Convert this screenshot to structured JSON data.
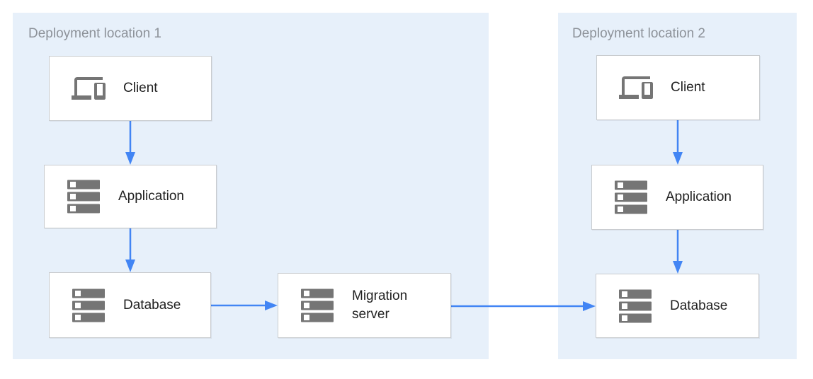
{
  "diagram": {
    "zones": [
      {
        "id": "deployment-location-1",
        "label": "Deployment location 1"
      },
      {
        "id": "deployment-location-2",
        "label": "Deployment location 2"
      }
    ],
    "nodes": [
      {
        "id": "client-1",
        "zone": "deployment-location-1",
        "label": "Client",
        "icon": "devices-icon"
      },
      {
        "id": "application-1",
        "zone": "deployment-location-1",
        "label": "Application",
        "icon": "server-stack-icon"
      },
      {
        "id": "database-1",
        "zone": "deployment-location-1",
        "label": "Database",
        "icon": "server-stack-icon"
      },
      {
        "id": "migration-server",
        "zone": "deployment-location-1",
        "label": "Migration server",
        "icon": "server-stack-icon"
      },
      {
        "id": "client-2",
        "zone": "deployment-location-2",
        "label": "Client",
        "icon": "devices-icon"
      },
      {
        "id": "application-2",
        "zone": "deployment-location-2",
        "label": "Application",
        "icon": "server-stack-icon"
      },
      {
        "id": "database-2",
        "zone": "deployment-location-2",
        "label": "Database",
        "icon": "server-stack-icon"
      }
    ],
    "edges": [
      {
        "from": "client-1",
        "to": "application-1",
        "direction": "down"
      },
      {
        "from": "application-1",
        "to": "database-1",
        "direction": "down"
      },
      {
        "from": "database-1",
        "to": "migration-server",
        "direction": "right"
      },
      {
        "from": "migration-server",
        "to": "database-2",
        "direction": "right"
      },
      {
        "from": "client-2",
        "to": "application-2",
        "direction": "down"
      },
      {
        "from": "application-2",
        "to": "database-2",
        "direction": "down"
      }
    ],
    "colors": {
      "zone_background": "#e7f0fa",
      "zone_label_text": "#8d9299",
      "node_background": "#ffffff",
      "node_border": "#c9cccf",
      "node_text": "#212121",
      "icon_gray": "#757575",
      "arrow_blue": "#4285f4"
    }
  }
}
